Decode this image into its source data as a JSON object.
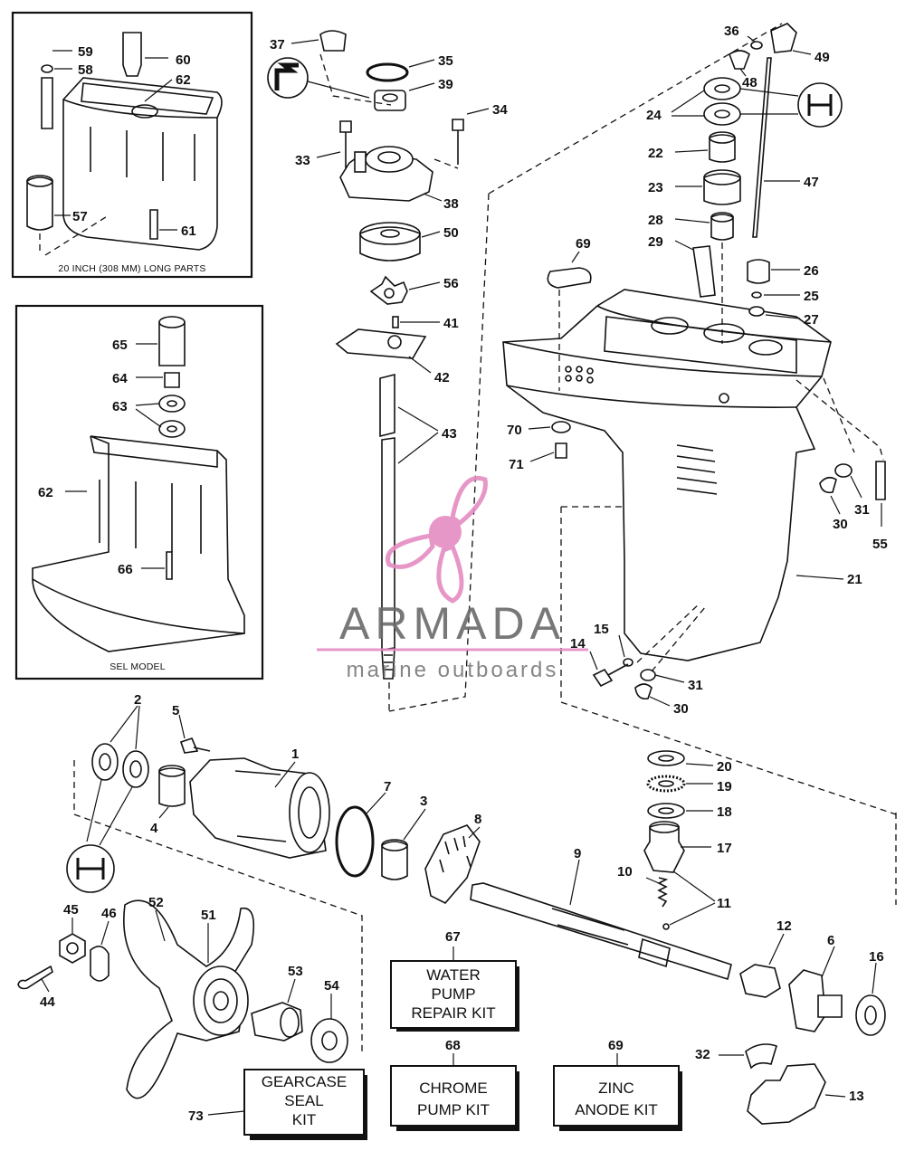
{
  "inset_top": {
    "caption": "20 INCH (308 MM) LONG PARTS"
  },
  "inset_bottom": {
    "caption": "SEL MODEL"
  },
  "watermark": {
    "brand": "ARMADA",
    "tagline": "marine outboards",
    "color": "#e58cc1"
  },
  "kits": [
    {
      "id": "67",
      "lines": [
        "WATER",
        "PUMP",
        "REPAIR KIT"
      ]
    },
    {
      "id": "68",
      "lines": [
        "CHROME",
        "PUMP KIT"
      ]
    },
    {
      "id": "69",
      "lines": [
        "ZINC",
        "ANODE KIT"
      ]
    },
    {
      "id": "73",
      "lines": [
        "GEARCASE",
        "SEAL",
        "KIT"
      ]
    }
  ],
  "part_numbers": {
    "p1": "1",
    "p2": "2",
    "p3": "3",
    "p4": "4",
    "p5": "5",
    "p6": "6",
    "p7": "7",
    "p8": "8",
    "p9": "9",
    "p10": "10",
    "p11": "11",
    "p12": "12",
    "p13": "13",
    "p14": "14",
    "p15": "15",
    "p16": "16",
    "p17": "17",
    "p18": "18",
    "p19": "19",
    "p20": "20",
    "p21": "21",
    "p22": "22",
    "p23": "23",
    "p24": "24",
    "p25": "25",
    "p26": "26",
    "p27": "27",
    "p28": "28",
    "p29": "29",
    "p30a": "30",
    "p30b": "30",
    "p31a": "31",
    "p31b": "31",
    "p32": "32",
    "p33": "33",
    "p34": "34",
    "p35": "35",
    "p36": "36",
    "p37": "37",
    "p38": "38",
    "p39": "39",
    "p41": "41",
    "p42": "42",
    "p43": "43",
    "p44": "44",
    "p45": "45",
    "p46": "46",
    "p47": "47",
    "p48": "48",
    "p49": "49",
    "p50": "50",
    "p51": "51",
    "p52": "52",
    "p53": "53",
    "p54": "54",
    "p55": "55",
    "p56": "56",
    "p57": "57",
    "p58": "58",
    "p59": "59",
    "p60": "60",
    "p61": "61",
    "p62a": "62",
    "p62b": "62",
    "p63": "63",
    "p64": "64",
    "p65": "65",
    "p66": "66",
    "p67": "67",
    "p68": "68",
    "p69a": "69",
    "p69b": "69",
    "p70": "70",
    "p71": "71",
    "p73": "73"
  }
}
